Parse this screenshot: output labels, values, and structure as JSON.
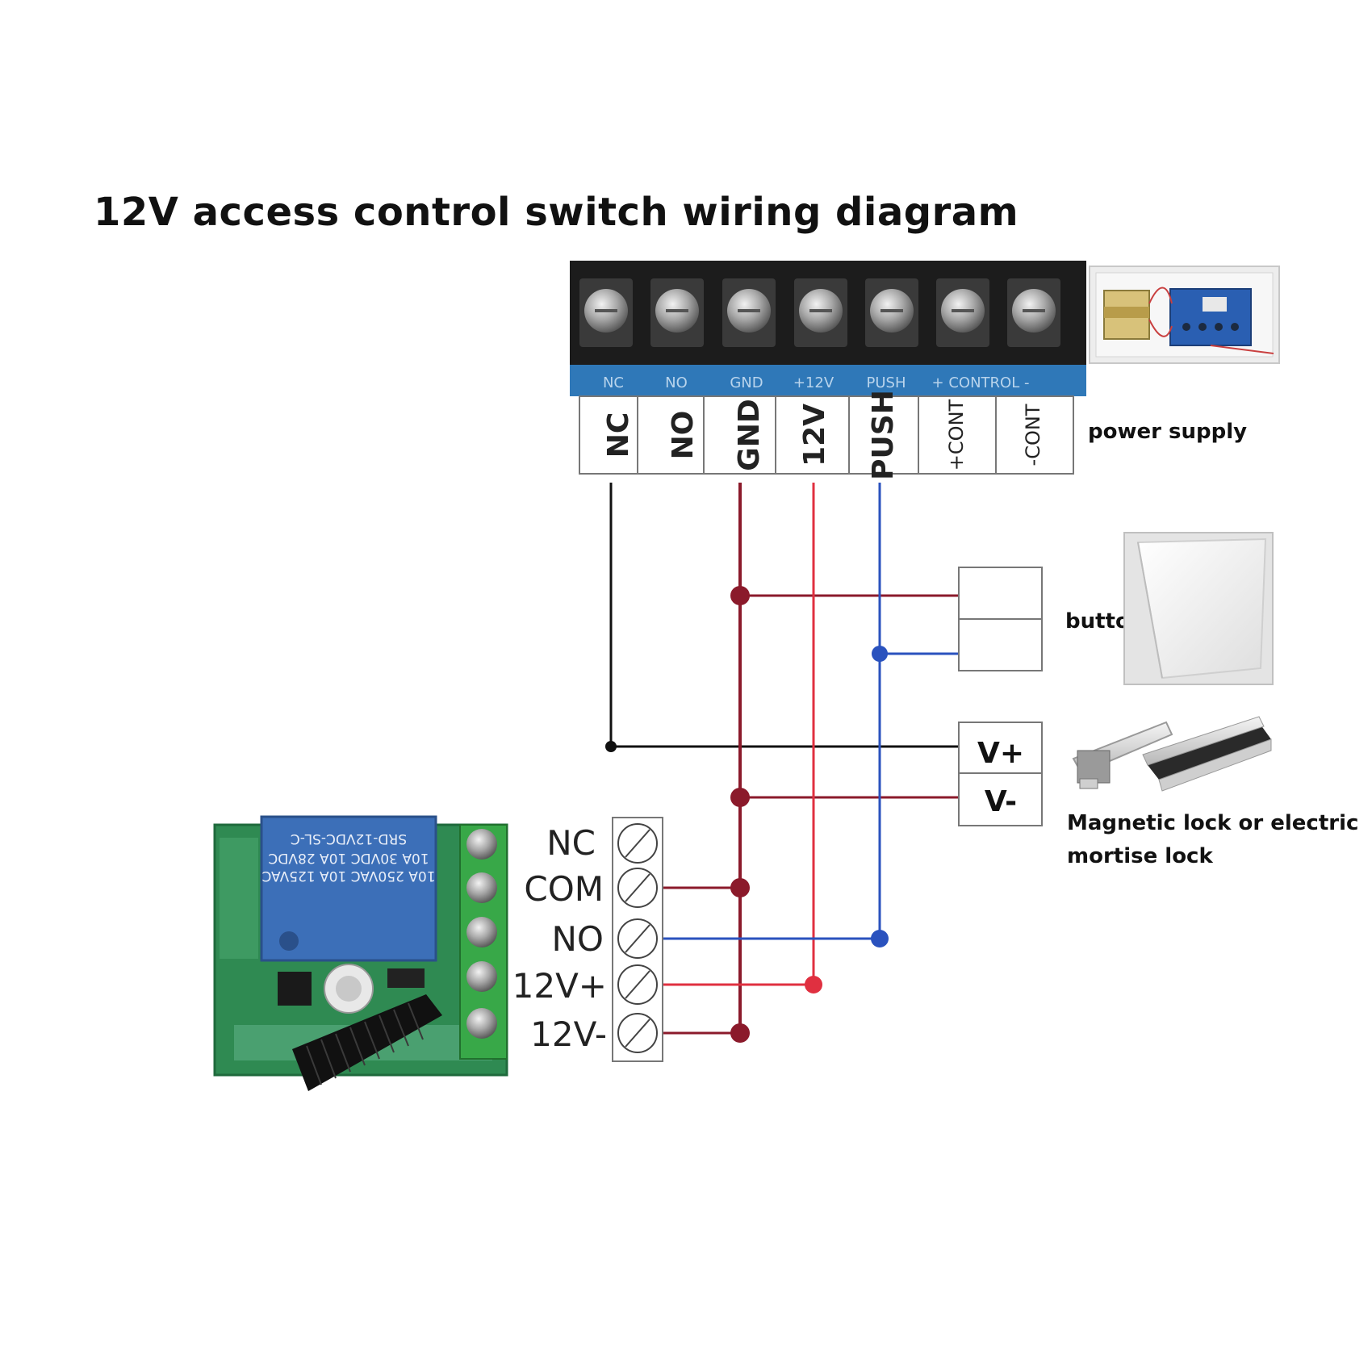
{
  "title": "12V access control switch wiring diagram",
  "power_supply": {
    "label": "power supply",
    "silkscreen": [
      "NC",
      "NO",
      "GND",
      "+12V",
      "PUSH",
      "+ CONTROL -"
    ],
    "terminals": [
      "NC",
      "NO",
      "GND",
      "12V",
      "PUSH",
      "+CONT",
      "-CONT"
    ]
  },
  "button": {
    "label": "button"
  },
  "lock": {
    "label_line1": "Magnetic lock or electric",
    "label_line2": "mortise lock",
    "terminals": [
      "V+",
      "V-"
    ]
  },
  "receiver": {
    "relay_text": [
      "SRD-12VDC-SL-C",
      "10A 30VDC 10A 28VDC",
      "10A 250VAC 10A 125VAC"
    ],
    "terminals": [
      "NC",
      "COM",
      "NO",
      "12V+",
      "12V-"
    ]
  },
  "wire_colors": {
    "ground": "#8b1a2b",
    "positive": "#e03040",
    "push": "#2a52be",
    "nc": "#111111"
  }
}
